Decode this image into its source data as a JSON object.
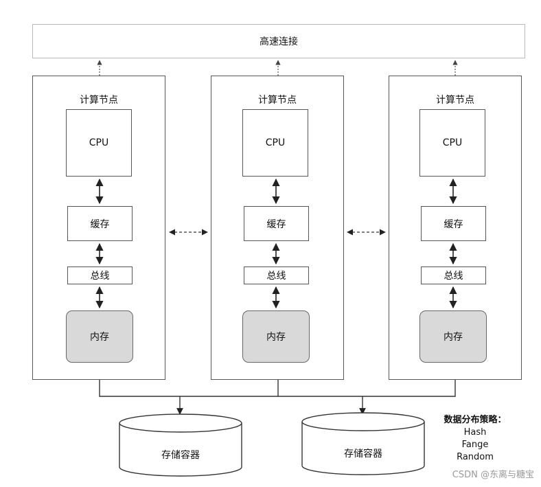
{
  "interconnect": "高速连接",
  "nodes": [
    {
      "title": "计算节点",
      "cpu": "CPU",
      "cache": "缓存",
      "bus": "总线",
      "memory": "内存"
    },
    {
      "title": "计算节点",
      "cpu": "CPU",
      "cache": "缓存",
      "bus": "总线",
      "memory": "内存"
    },
    {
      "title": "计算节点",
      "cpu": "CPU",
      "cache": "缓存",
      "bus": "总线",
      "memory": "内存"
    }
  ],
  "storage": [
    "存储容器",
    "存储容器"
  ],
  "strategy": {
    "title": "数据分布策略：",
    "items": [
      "Hash",
      "Fange",
      "Random"
    ]
  },
  "watermark": "CSDN @东离与糖宝",
  "colors": {
    "memory_fill": "#d9d9d9",
    "line": "#333333"
  }
}
